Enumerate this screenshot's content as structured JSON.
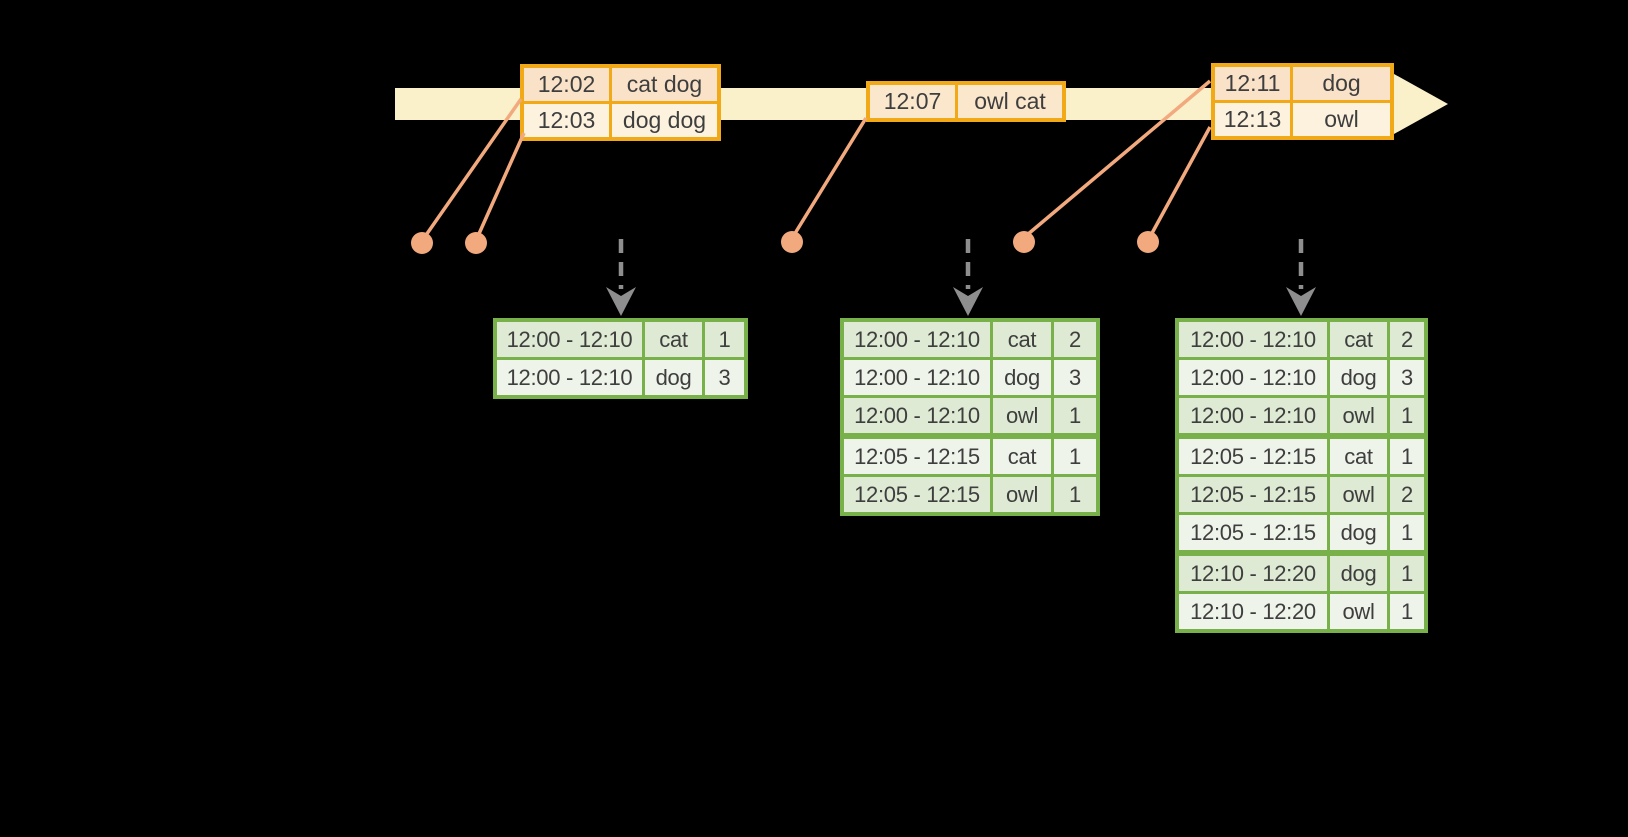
{
  "colors": {
    "background": "#000000",
    "timeline_band": "#faf0ca",
    "event_table_border": "#f2a918",
    "event_row_peach": "#f9e2c8",
    "event_row_cream": "#fcf2de",
    "connector_salmon": "#f2a97d",
    "trigger_arrow_gray": "#8e8e8e",
    "result_table_border": "#78b04a",
    "result_row_dark": "#deead3",
    "result_row_light": "#eff4ea",
    "text": "#3e3e3e"
  },
  "event_tables": [
    {
      "rows": [
        {
          "time": "12:02",
          "words": "cat dog"
        },
        {
          "time": "12:03",
          "words": "dog dog"
        }
      ]
    },
    {
      "rows": [
        {
          "time": "12:07",
          "words": "owl cat"
        }
      ]
    },
    {
      "rows": [
        {
          "time": "12:11",
          "words": "dog"
        },
        {
          "time": "12:13",
          "words": "owl"
        }
      ]
    }
  ],
  "result_tables": [
    {
      "rows": [
        {
          "window": "12:00 - 12:10",
          "word": "cat",
          "count": "1"
        },
        {
          "window": "12:00 - 12:10",
          "word": "dog",
          "count": "3"
        }
      ]
    },
    {
      "rows": [
        {
          "window": "12:00 - 12:10",
          "word": "cat",
          "count": "2"
        },
        {
          "window": "12:00 - 12:10",
          "word": "dog",
          "count": "3"
        },
        {
          "window": "12:00 - 12:10",
          "word": "owl",
          "count": "1"
        },
        {
          "window": "12:05 - 12:15",
          "word": "cat",
          "count": "1"
        },
        {
          "window": "12:05 - 12:15",
          "word": "owl",
          "count": "1"
        }
      ]
    },
    {
      "rows": [
        {
          "window": "12:00 - 12:10",
          "word": "cat",
          "count": "2"
        },
        {
          "window": "12:00 - 12:10",
          "word": "dog",
          "count": "3"
        },
        {
          "window": "12:00 - 12:10",
          "word": "owl",
          "count": "1"
        },
        {
          "window": "12:05 - 12:15",
          "word": "cat",
          "count": "1"
        },
        {
          "window": "12:05 - 12:15",
          "word": "owl",
          "count": "2"
        },
        {
          "window": "12:05 - 12:15",
          "word": "dog",
          "count": "1"
        },
        {
          "window": "12:10 - 12:20",
          "word": "dog",
          "count": "1"
        },
        {
          "window": "12:10 - 12:20",
          "word": "owl",
          "count": "1"
        }
      ]
    }
  ]
}
